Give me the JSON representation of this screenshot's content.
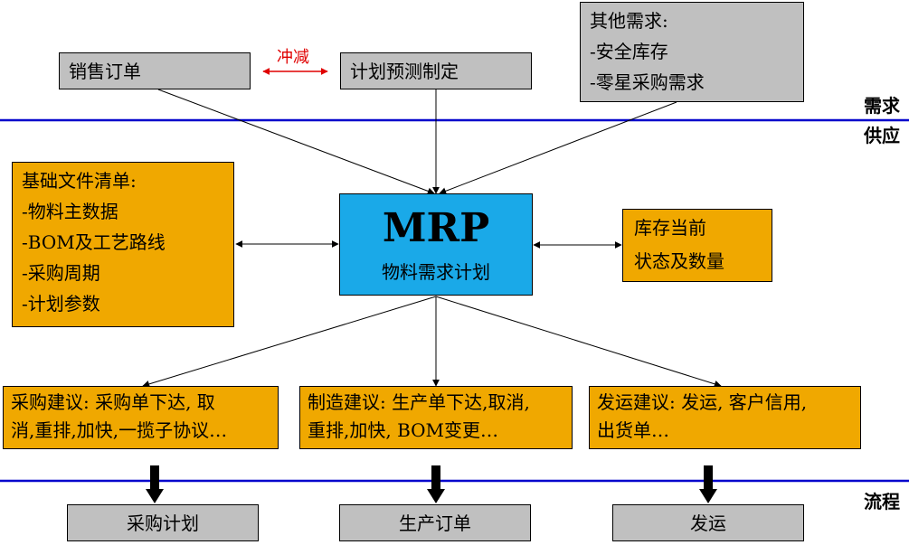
{
  "demand": {
    "sales_order": "销售订单",
    "offset_label": "冲减",
    "forecast": "计划预测制定",
    "other_title": "其他需求:",
    "other_items": [
      "-安全库存",
      "-零星采购需求"
    ]
  },
  "divider_labels": {
    "demand": "需求",
    "supply": "供应",
    "process": "流程"
  },
  "basic_files": {
    "title": "基础文件清单:",
    "items": [
      "-物料主数据",
      "-BOM及工艺路线",
      "-采购周期",
      "-计划参数"
    ]
  },
  "mrp": {
    "title": "MRP",
    "subtitle": "物料需求计划"
  },
  "inventory": {
    "lines": [
      "库存当前",
      "状态及数量"
    ]
  },
  "suggestions": {
    "purchase": [
      "采购建议: 采购单下达, 取",
      "消,重排,加快,一揽子协议…"
    ],
    "manufacture": [
      "制造建议: 生产单下达,取消,",
      "重排,加快, BOM变更…"
    ],
    "shipping": [
      "发运建议: 发运, 客户信用,",
      "出货单…"
    ]
  },
  "outputs": {
    "purchase_plan": "采购计划",
    "production_order": "生产订单",
    "shipping": "发运"
  },
  "colors": {
    "gray_box": "#c0c0c0",
    "orange_box": "#f0a800",
    "mrp_box": "#1aa9e8",
    "divider": "#0000cc",
    "offset_arrow": "#e00000"
  }
}
